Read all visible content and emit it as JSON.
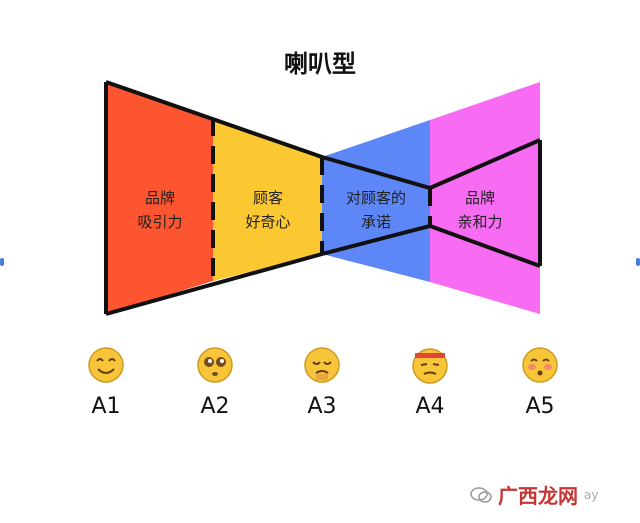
{
  "title": "喇叭型",
  "segments": [
    {
      "id": "A1",
      "label": "品牌\n吸引力",
      "color": "#fc5530"
    },
    {
      "id": "A2",
      "label": "顾客\n好奇心",
      "color": "#fcc832"
    },
    {
      "id": "A3",
      "label": "对顾客的\n承诺",
      "color": "#5d86f6"
    },
    {
      "id": "A4",
      "label": "品牌\n亲和力",
      "color": "#f86cf4"
    }
  ],
  "stages": [
    {
      "label": "A1",
      "emoji": "smile-emoji"
    },
    {
      "label": "A2",
      "emoji": "star-eyes-emoji"
    },
    {
      "label": "A3",
      "emoji": "pleading-emoji"
    },
    {
      "label": "A4",
      "emoji": "headband-emoji"
    },
    {
      "label": "A5",
      "emoji": "blush-emoji"
    }
  ],
  "watermark": {
    "text": "广西龙网",
    "faint": "ay"
  }
}
